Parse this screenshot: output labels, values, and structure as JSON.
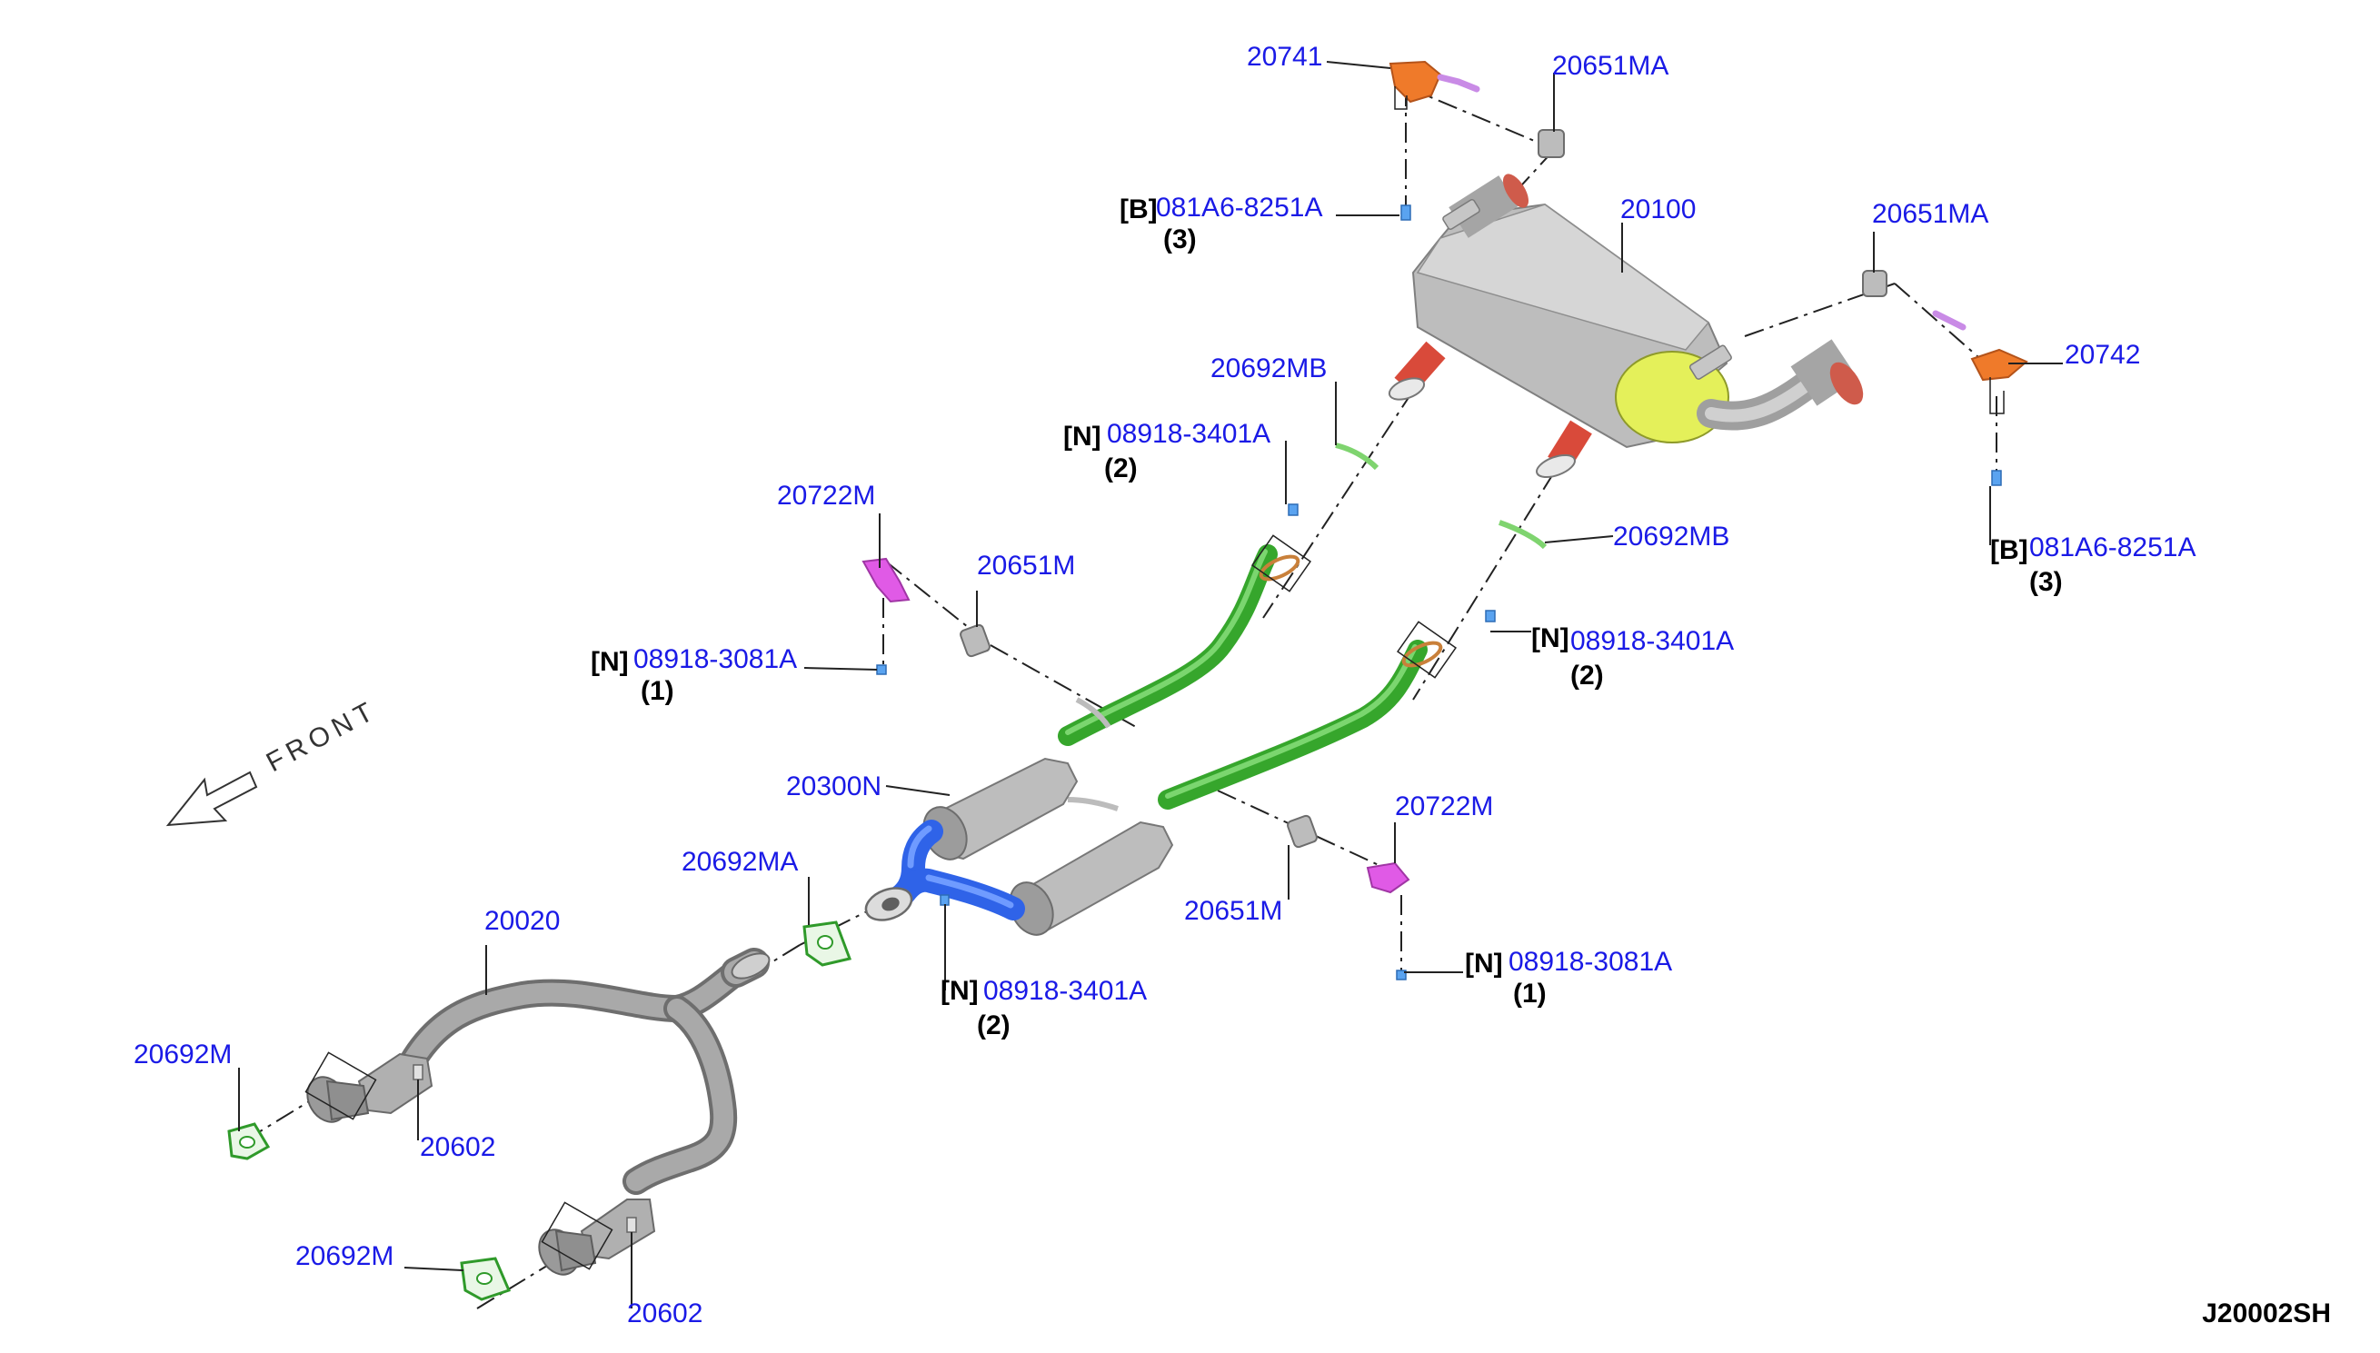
{
  "diagram_id": "J20002SH",
  "front_label": "FRONT",
  "labels": {
    "p20741": "20741",
    "p20651MA_top": "20651MA",
    "p081A6_top": "081A6-8251A",
    "code_B_top": "[B]",
    "qty_B_top": "(3)",
    "p20100": "20100",
    "p20651MA_right": "20651MA",
    "p20742": "20742",
    "p081A6_right": "081A6-8251A",
    "code_B_right": "[B]",
    "qty_B_right": "(3)",
    "p20692MB_upper": "20692MB",
    "p08918_3401A_upper": "08918-3401A",
    "code_N_upper": "[N]",
    "qty_N_upper": "(2)",
    "p20692MB_lower": "20692MB",
    "p08918_3401A_right": "08918-3401A",
    "code_N_right": "[N]",
    "qty_N_right": "(2)",
    "p20722M_left": "20722M",
    "p20651M_left": "20651M",
    "p08918_3081A_left": "08918-3081A",
    "code_N_left": "[N]",
    "qty_N_left": "(1)",
    "p20300N": "20300N",
    "p20722M_right": "20722M",
    "p20651M_right": "20651M",
    "p08918_3081A_right": "08918-3081A",
    "code_N_bottomright": "[N]",
    "qty_N_bottomright": "(1)",
    "p20692MA": "20692MA",
    "p08918_3401A_center": "08918-3401A",
    "code_N_center": "[N]",
    "qty_N_center": "(2)",
    "p20020": "20020",
    "p20692M_upper": "20692M",
    "p20602_upper": "20602",
    "p20692M_lower": "20692M",
    "p20602_lower": "20602"
  },
  "colors": {
    "label_blue": "#1a1ae6",
    "muffler_silver": "#b9b9b9",
    "muffler_end_yellow": "#e4f05a",
    "center_pipe_green": "#36a62c",
    "front_pipe_blue": "#2f63e8",
    "tailpipe_red": "#d94a3a",
    "bracket_orange": "#ef7a2a",
    "bracket_magenta": "#e05ae6",
    "gasket_green": "#2f9a2a"
  }
}
